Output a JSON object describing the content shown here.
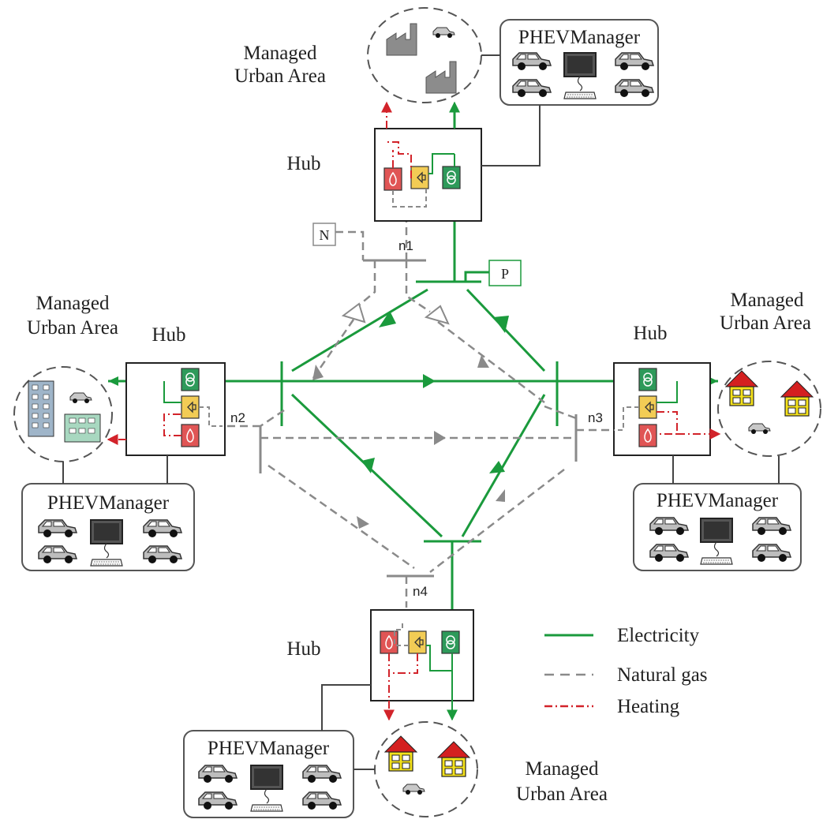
{
  "labels": {
    "mua_top_1": "Managed",
    "mua_top_2": "Urban Area",
    "mua_left_1": "Managed",
    "mua_left_2": "Urban Area",
    "mua_right_1": "Managed",
    "mua_right_2": "Urban Area",
    "mua_bottom_1": "Managed",
    "mua_bottom_2": "Urban Area",
    "hub_top": "Hub",
    "hub_left": "Hub",
    "hub_right": "Hub",
    "hub_bottom": "Hub",
    "phev_top": "PHEVManager",
    "phev_left": "PHEVManager",
    "phev_right": "PHEVManager",
    "phev_bottom": "PHEVManager",
    "node_n1": "n1",
    "node_n2": "n2",
    "node_n3": "n3",
    "node_n4": "n4",
    "source_n": "N",
    "source_p": "P"
  },
  "legend": {
    "electricity": "Electricity",
    "natural_gas": "Natural gas",
    "heating": "Heating"
  },
  "colors": {
    "electricity": "#1a9a3c",
    "natural_gas": "#8a8a8a",
    "heating": "#d2232a",
    "hub_heat_box": "#e05555",
    "hub_gas_box": "#f2cc55",
    "hub_elec_box": "#2e9a5a",
    "house": "#f5e21a",
    "roof": "#d42020"
  }
}
